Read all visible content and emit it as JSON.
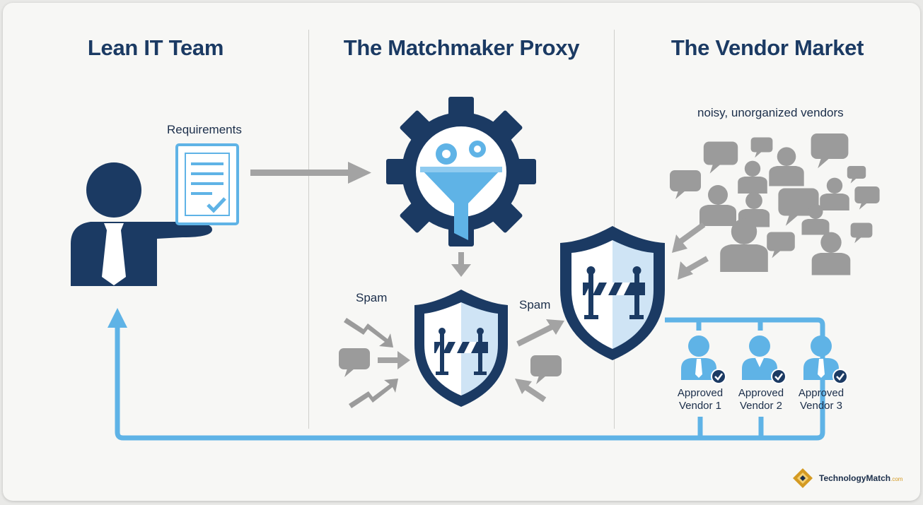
{
  "columns": {
    "left": {
      "title": "Lean IT Team"
    },
    "middle": {
      "title": "The Matchmaker Proxy"
    },
    "right": {
      "title": "The Vendor Market"
    }
  },
  "labels": {
    "requirements": "Requirements",
    "spam_left": "Spam",
    "spam_right": "Spam",
    "market_note": "noisy, unorganized vendors"
  },
  "vendors": [
    {
      "line1": "Approved",
      "line2": "Vendor 1"
    },
    {
      "line1": "Approved",
      "line2": "Vendor 2"
    },
    {
      "line1": "Approved",
      "line2": "Vendor 3"
    }
  ],
  "brand": {
    "name": "TechnologyMatch",
    "suffix": ".com"
  },
  "colors": {
    "navy": "#1b3a63",
    "blue": "#5fb3e6",
    "gray": "#9b9b9b",
    "gold": "#d49a22"
  }
}
